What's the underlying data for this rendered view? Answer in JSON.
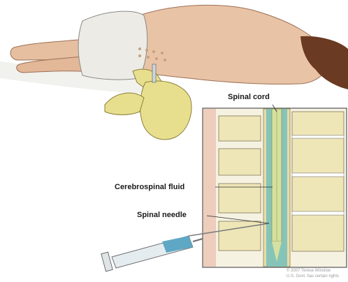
{
  "labels": {
    "spinal_cord": "Spinal cord",
    "csf": "Cerebrospinal fluid",
    "needle": "Spinal needle"
  },
  "credit": {
    "line1": "© 2007 Terese Winslow",
    "line2": "U.S. Govt. has certain rights"
  },
  "colors": {
    "skin": "#e9c3a6",
    "shorts": "#ecebe6",
    "glove": "#e8df8e",
    "cord": "#d6e0a0",
    "csf": "#86c4b8",
    "vertebra": "#efe6b8",
    "disc": "#ffffff",
    "hair": "#6a3a22"
  }
}
